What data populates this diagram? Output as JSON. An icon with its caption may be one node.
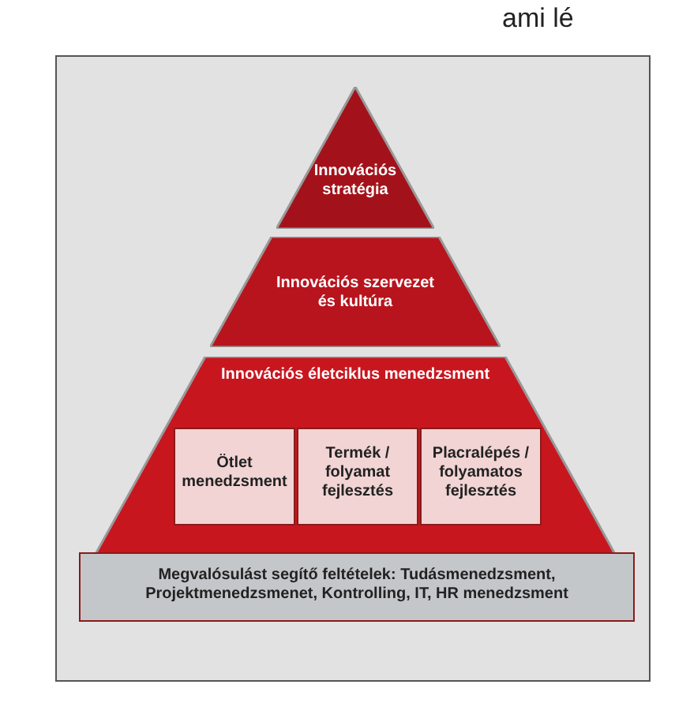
{
  "diagram": {
    "nodes": [
      {
        "text": [
          "Innovációs stratégia"
        ]
      },
      {
        "text": [
          "Innovációs szervezet és kultúra"
        ]
      },
      {
        "text": [
          "Innovációs életciklus menedzsment"
        ]
      },
      {
        "text": [
          "Ötlet menedzsment"
        ],
        "in": 2
      },
      {
        "text": [
          "Termék / folyamat fejlesztés"
        ],
        "in": 2
      },
      {
        "text": [
          "Placralépés / folyamatos fejlesztés"
        ],
        "in": 2
      },
      {
        "text": [
          "Megvalósulást segítő feltételek: Tudásmenedzsment, Projektmenedzsmenet, Kontrolling, IT, HR menedzsment"
        ]
      }
    ],
    "labels": [
      "ami lé"
    ]
  }
}
